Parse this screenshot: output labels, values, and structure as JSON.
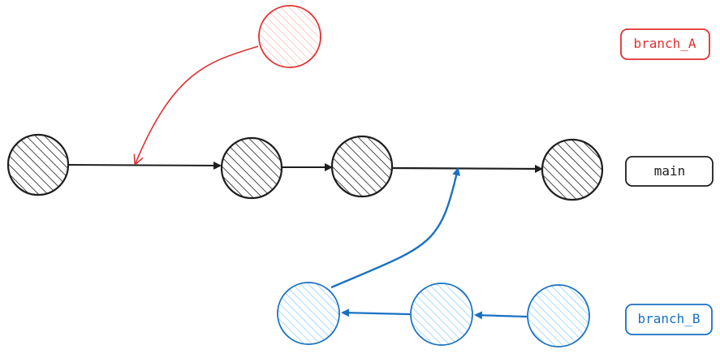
{
  "colors": {
    "main": "#1e1e1e",
    "branch_a": "#e03131",
    "branch_a_fill": "#ffc9c9",
    "branch_b": "#1971c2",
    "branch_b_fill": "#a5d8ff"
  },
  "labels": {
    "branch_a": "branch_A",
    "main": "main",
    "branch_b": "branch_B"
  }
}
